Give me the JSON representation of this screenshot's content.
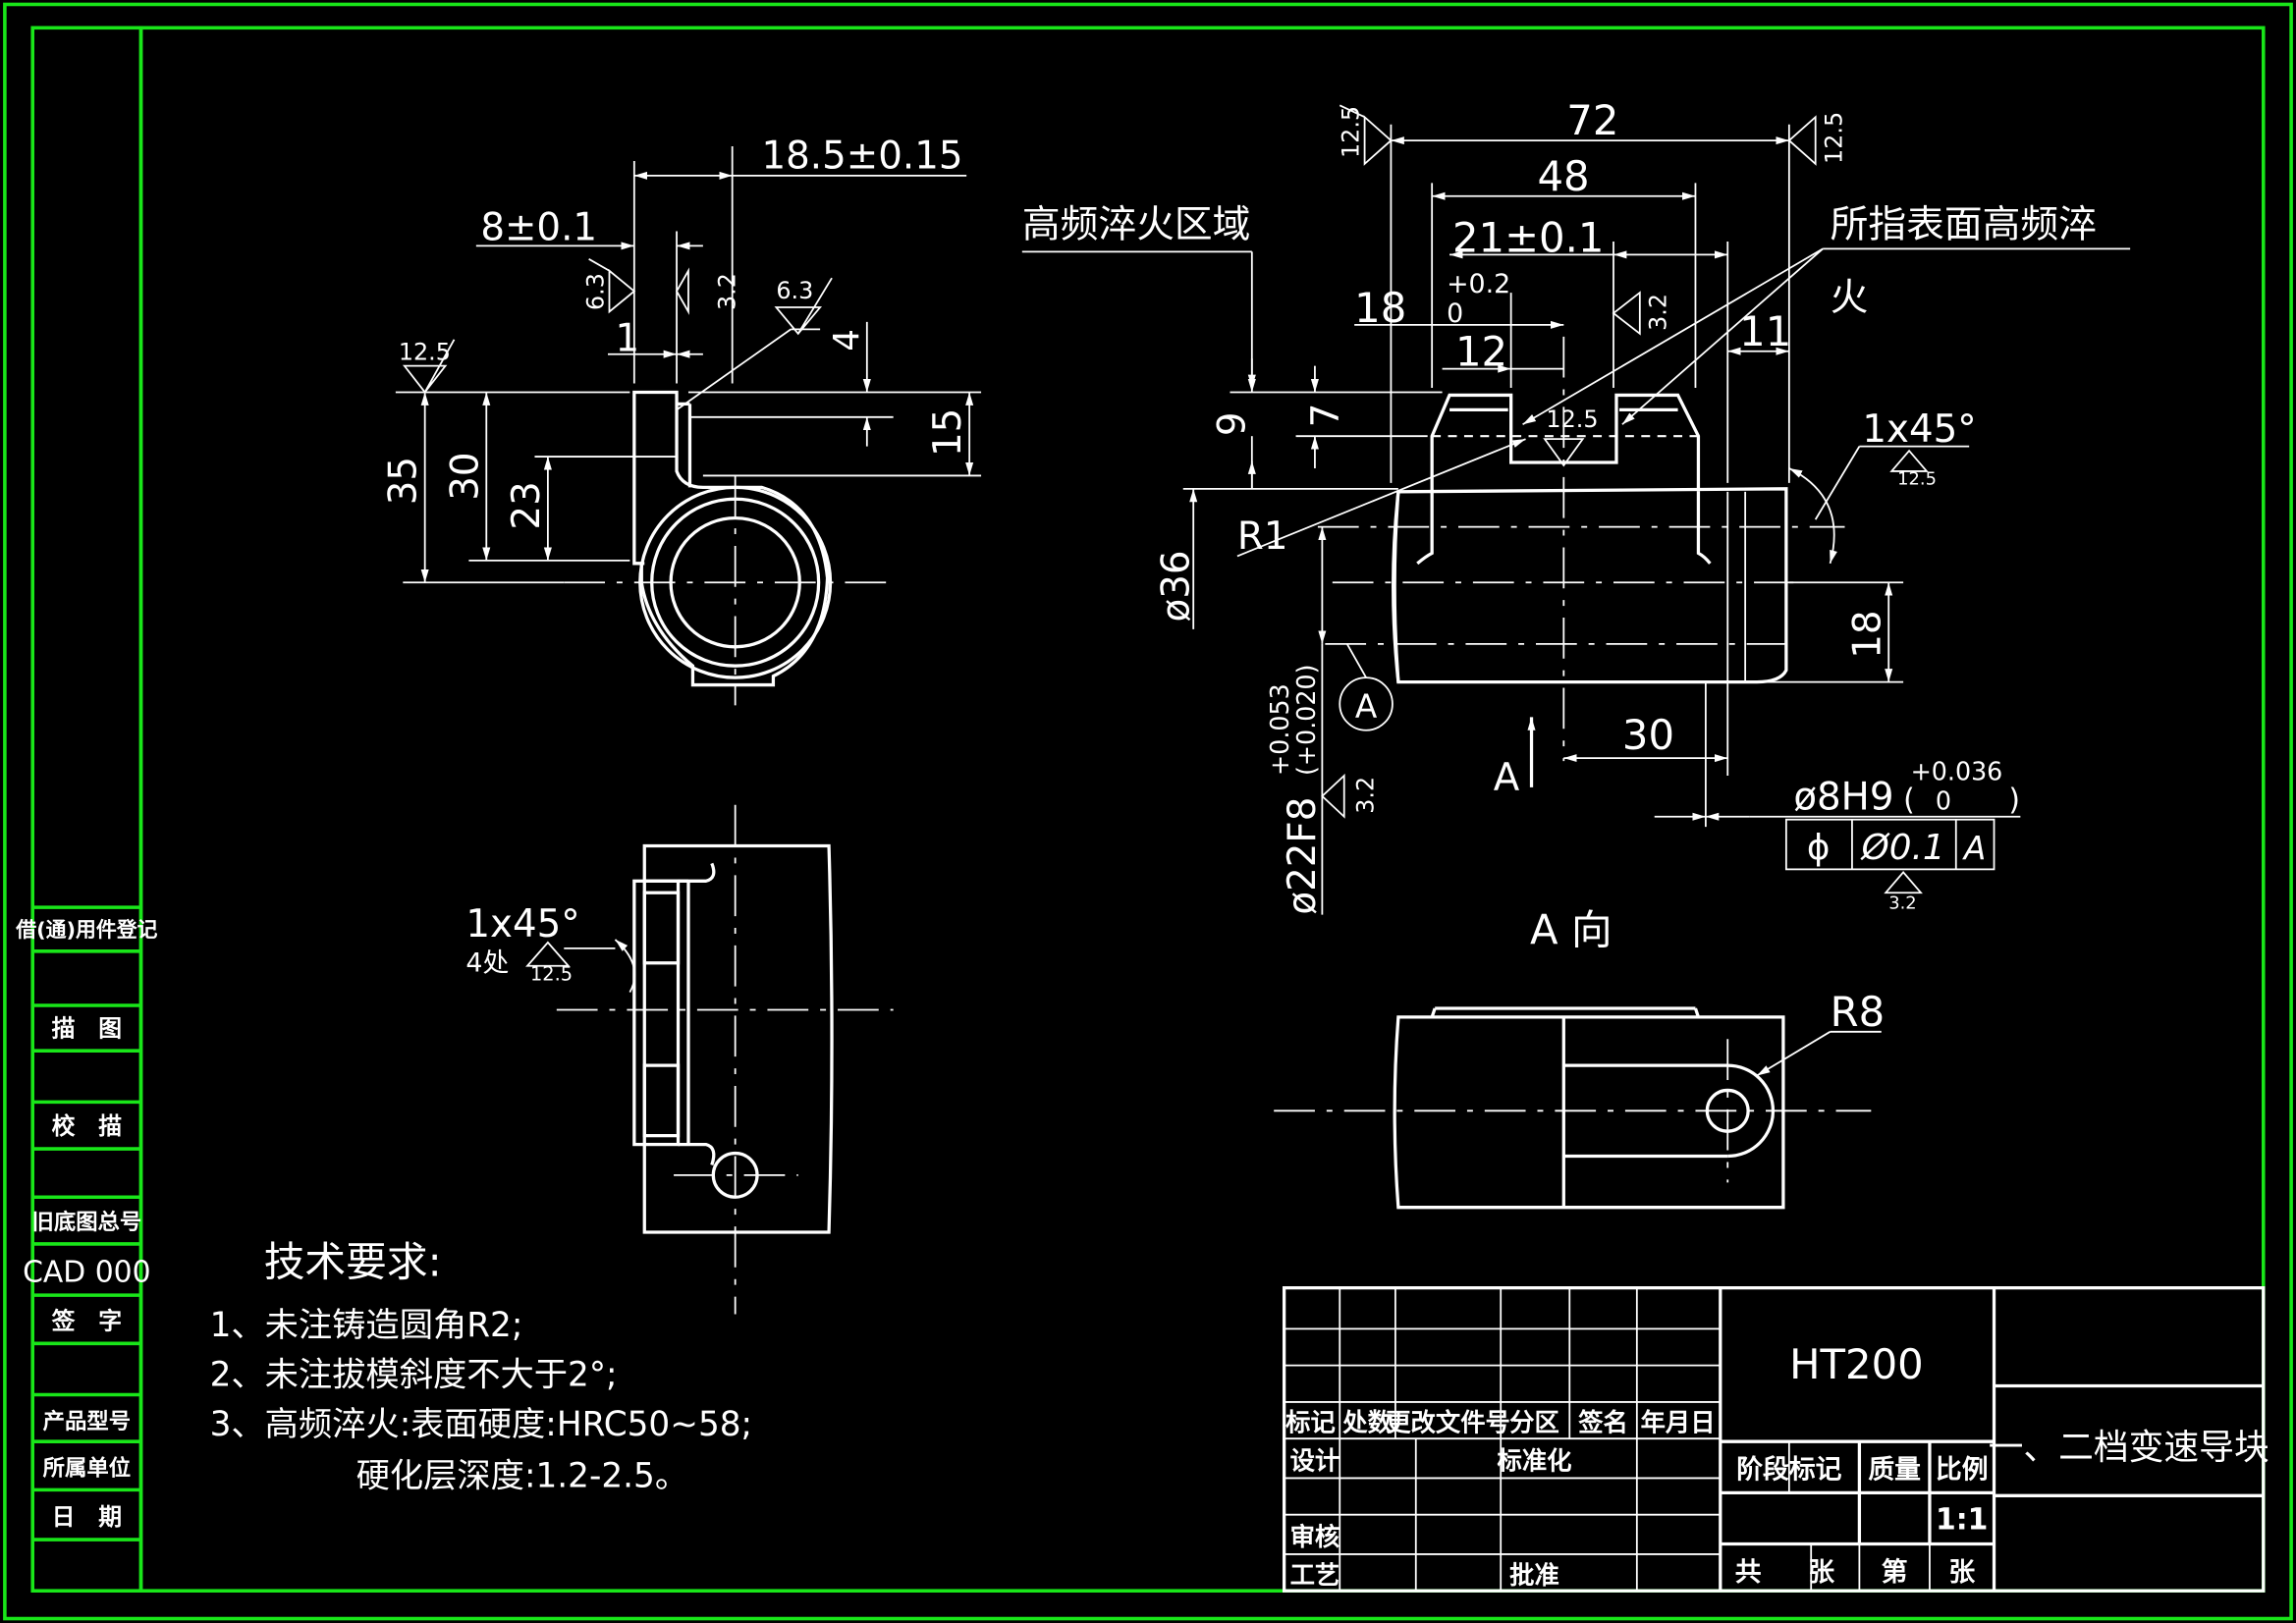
{
  "colors": {
    "background": "#000000",
    "border": "#19e619",
    "lines": "#ffffff"
  },
  "side_panel": {
    "row1": "借(通)用件登记",
    "row2": "描　图",
    "row3": "校　描",
    "row4": "旧底图总号",
    "row5": "CAD 000",
    "row6": "签　字",
    "row7": "产品型号",
    "row8": "所属单位",
    "row9": "日　期"
  },
  "dimensions": {
    "d_18_5": "18.5±0.15",
    "d_8": "8±0.1",
    "d_1": "1",
    "d_4": "4",
    "d_15": "15",
    "d_35": "35",
    "d_30": "30",
    "d_23": "23",
    "d_72": "72",
    "d_48": "48",
    "d_21": "21±0.1",
    "d_18": "18",
    "tol_plus": "+0.2",
    "tol_zero": "0",
    "d_12": "12",
    "d_11": "11",
    "d_9": "9",
    "d_7": "7",
    "d_r1": "R1",
    "d_phi36": "ø36",
    "d_18b": "18",
    "d_30b": "30",
    "d_22f8": "ø22F8",
    "tol_22_a": "+0.053",
    "tol_22_b": "(+0.020)",
    "d_8h9": "ø8H9",
    "tol_8_a": "+0.036",
    "tol_8_b": "0",
    "chamfer_1": "1x45°",
    "chamfer_2": "1x45°",
    "chamfer_2_note": "4处",
    "d_r8": "R8"
  },
  "roughness": {
    "r1": "12.5",
    "r2": "6.3",
    "r3": "3.2",
    "r4": "6.3",
    "r5": "12.5",
    "r6": "12.5",
    "r7": "3.2",
    "r8": "12.5",
    "r9": "12.5",
    "r10": "3.2",
    "r11": "3.2",
    "r12": "12.5"
  },
  "labels": {
    "hf_zone": "高频淬火区域",
    "hf_surface_1": "所指表面高频淬",
    "hf_surface_2": "火",
    "datum_a": "A",
    "view_arrow_a": "A",
    "view_a": "A 向",
    "gtol_symbol": "ϕ",
    "gtol_value": "Ø0.1",
    "gtol_datum": "A"
  },
  "tech_req": {
    "title": "技术要求:",
    "line1": "1、未注铸造圆角R2;",
    "line2": "2、未注拔模斜度不大于2°;",
    "line3": "3、高频淬火:表面硬度:HRC50~58;",
    "line4": "硬化层深度:1.2-2.5。"
  },
  "title_block": {
    "material": "HT200",
    "part_name": "一、二档变速导块",
    "h_mark": "标记",
    "h_count": "处数",
    "h_doc": "更改文件号",
    "h_zone": "分区",
    "h_sign": "签名",
    "h_date": "年月日",
    "design": "设计",
    "standard": "标准化",
    "stage": "阶段标记",
    "mass": "质量",
    "scale_label": "比例",
    "scale_value": "1:1",
    "review": "审核",
    "process": "工艺",
    "approve": "批准",
    "total": "共",
    "sheet": "张",
    "number": "第",
    "sheet2": "张"
  }
}
